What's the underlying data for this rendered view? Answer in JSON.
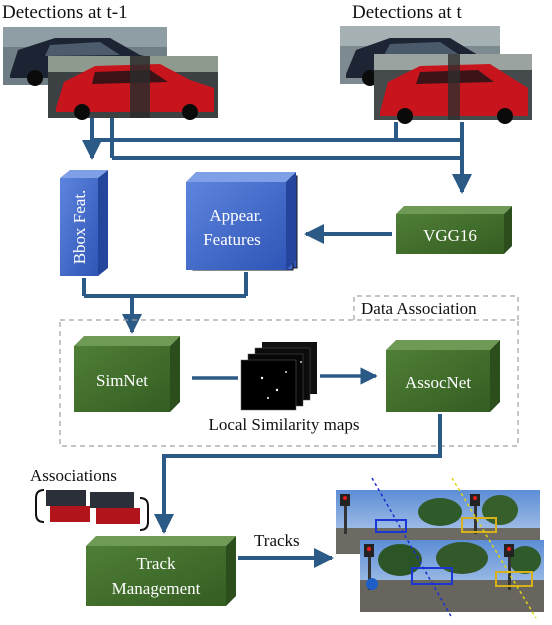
{
  "labels": {
    "detections_prev": "Detections at t-1",
    "detections_curr": "Detections at t",
    "bbox_feat": "Bbox Feat.",
    "appear_line1": "Appear.",
    "appear_line2": "Features",
    "vgg": "VGG16",
    "data_association": "Data Association",
    "simnet": "SimNet",
    "assocnet": "AssocNet",
    "local_similarity": "Local Similarity maps",
    "associations": "Associations",
    "track_line1": "Track",
    "track_line2": "Management",
    "tracks": "Tracks"
  },
  "colors": {
    "flow_arrow": "#2c5a86",
    "blue_block": "#3a62c4",
    "green_block": "#3e6a28",
    "car_red": "#c8141c",
    "dashed_box": "#a0a0a0"
  }
}
